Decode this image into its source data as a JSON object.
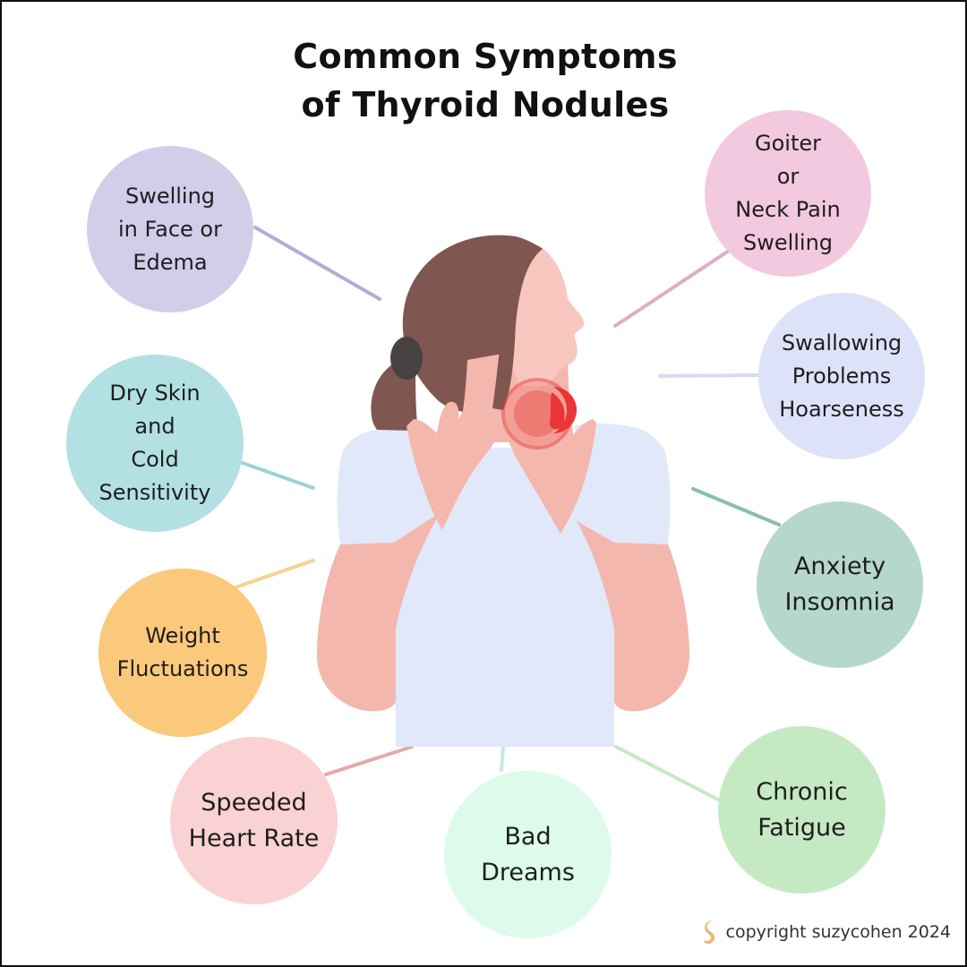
{
  "title": {
    "line1": "Common Symptoms",
    "line2": "of Thyroid Nodules"
  },
  "symptoms": {
    "swelling_face": {
      "lines": [
        "Swelling",
        "in Face or",
        "Edema"
      ],
      "color": "#d3cdea",
      "line_color": "#b2acd6"
    },
    "goiter": {
      "lines": [
        "Goiter",
        "or",
        "Neck Pain",
        "Swelling"
      ],
      "color": "#f3c9e0",
      "line_color": "#ddadc9"
    },
    "swallowing": {
      "lines": [
        "Swallowing",
        "Problems",
        "Hoarseness"
      ],
      "color": "#dde2f9",
      "line_color": "#d8dbee"
    },
    "dry_skin": {
      "lines": [
        "Dry Skin",
        "and",
        "Cold",
        "Sensitivity"
      ],
      "color": "#b2e0e3",
      "line_color": "#9ad3d3"
    },
    "anxiety": {
      "lines": [
        "Anxiety",
        "Insomnia"
      ],
      "color": "#b6d8cc",
      "line_color": "#88c0a8"
    },
    "weight": {
      "lines": [
        "Weight",
        "Fluctuations"
      ],
      "color": "#fbc97b",
      "line_color": "#f4d38d"
    },
    "heart_rate": {
      "lines": [
        "Speeded",
        "Heart Rate"
      ],
      "color": "#fbd2d3",
      "line_color": "#e4a9ac"
    },
    "bad_dreams": {
      "lines": [
        "Bad",
        "Dreams"
      ],
      "color": "#dcfbea",
      "line_color": "#c4ecd6"
    },
    "fatigue": {
      "lines": [
        "Chronic",
        "Fatigue"
      ],
      "color": "#c5eac3",
      "line_color": "#c8e8c6"
    }
  },
  "illustration": {
    "hair_color": "#7f5650",
    "skin_color": "#f4b7ad",
    "face_color": "#f8c7bf",
    "shirt_color": "#e1e8f9",
    "hair_tie_color": "#474142",
    "nodule_color": "#e93535"
  },
  "copyright": "copyright suzycohen 2024",
  "logo_color": "#e6b978"
}
